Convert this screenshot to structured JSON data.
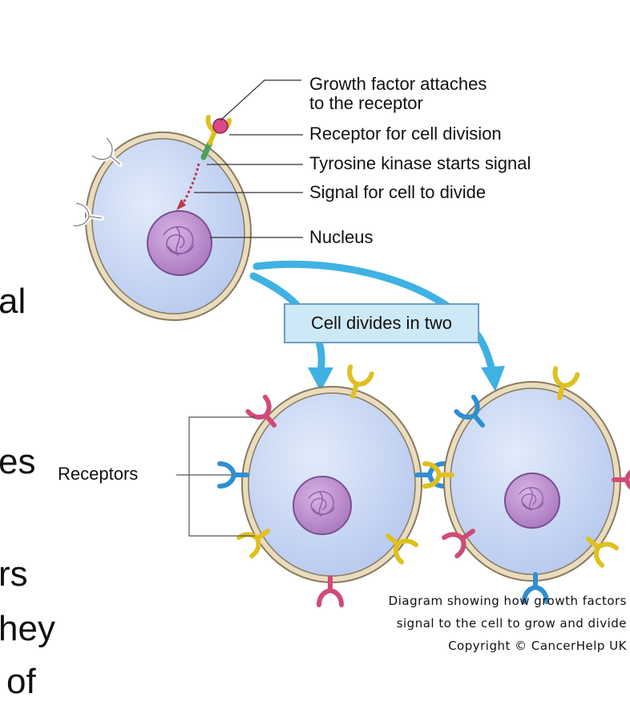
{
  "background_text": [
    "al",
    "es",
    "rs",
    "hey",
    "of"
  ],
  "labels": {
    "growth_factor": "Growth factor attaches",
    "growth_factor_line2": "to the receptor",
    "receptor": "Receptor for cell division",
    "tyrosine": "Tyrosine kinase starts signal",
    "signal": "Signal for cell to divide",
    "nucleus": "Nucleus",
    "divides": "Cell divides in two",
    "receptors": "Receptors"
  },
  "caption": {
    "line1": "Diagram showing how growth factors",
    "line2": "signal to the cell to grow and divide",
    "line3": "Copyright © CancerHelp UK"
  },
  "colors": {
    "cell_fill": "#c9d8f3",
    "membrane": "#d8c7a4",
    "nucleus": "#b98ac9",
    "arrow": "#3fb1e3",
    "receptor_pink": "#d04a7a",
    "receptor_blue": "#2f8fd0",
    "receptor_yellow": "#e0c020"
  }
}
